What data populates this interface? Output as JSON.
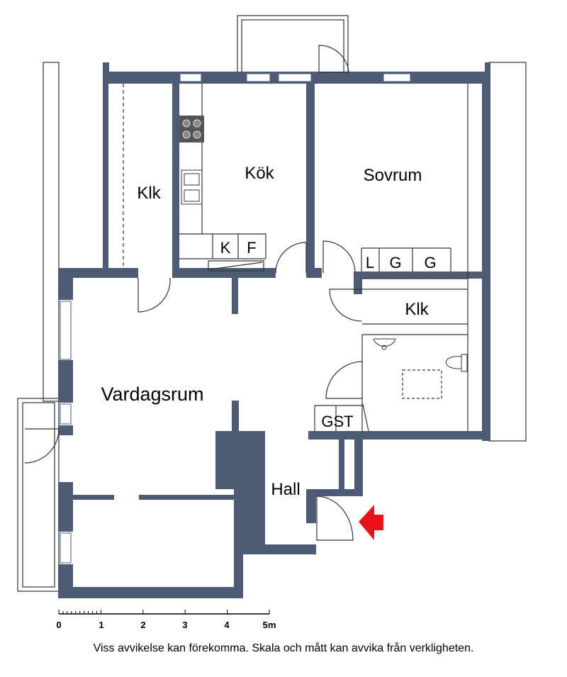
{
  "colors": {
    "wall": "#4d5b74",
    "line": "#333333",
    "entry_arrow": "#e8121b",
    "background": "#ffffff"
  },
  "rooms": {
    "klk_top": "Klk",
    "kok": "Kök",
    "sovrum": "Sovrum",
    "klk_mid": "Klk",
    "vardagsrum": "Vardagsrum",
    "hall": "Hall"
  },
  "appliances": {
    "k": "K",
    "f": "F",
    "l": "L",
    "g1": "G",
    "g2": "G",
    "gst": "GST"
  },
  "icons": {
    "entry": "entry-arrow-icon",
    "stove": "stove-icon",
    "sink": "sink-icon",
    "toilet": "toilet-icon",
    "washbasin": "washbasin-icon"
  },
  "scale": {
    "ticks": [
      "0",
      "1",
      "2",
      "3",
      "4",
      "5m"
    ]
  },
  "disclaimer": "Viss avvikelse kan förekomma. Skala och mått kan avvika från verkligheten."
}
